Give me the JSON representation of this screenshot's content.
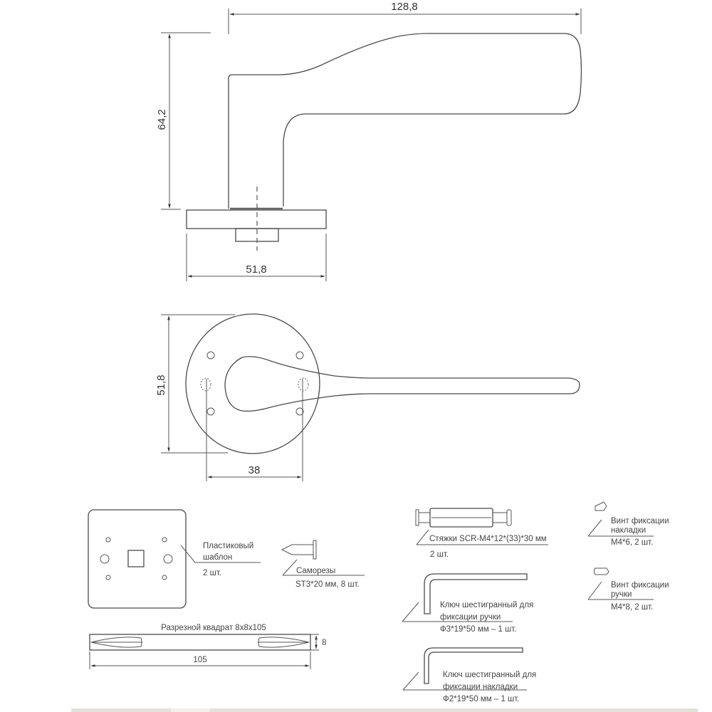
{
  "side_view": {
    "width_dim": "128,8",
    "height_dim": "64,2",
    "rosette_dim": "51,8"
  },
  "top_view": {
    "rosette_diameter_dim": "51,8",
    "hole_spacing_dim": "38"
  },
  "accessories": {
    "template": {
      "name_line1": "Пластиковый",
      "name_line2": "шаблон",
      "qty": "2 шт."
    },
    "screws": {
      "name": "Саморезы",
      "spec": "ST3*20 мм, 8 шт."
    },
    "tie_bolts": {
      "name": "Стяжки SCR-M4*12*(33)*30 мм",
      "qty": "2 шт."
    },
    "set_screw_rosette": {
      "name_line1": "Винт фиксации",
      "name_line2": "накладки",
      "spec": "M4*6, 2 шт."
    },
    "set_screw_handle": {
      "name_line1": "Винт фиксации",
      "name_line2": "ручки",
      "spec": "M4*8, 2 шт."
    },
    "hex_key_handle": {
      "name_line1": "Ключ шестигранный для",
      "name_line2": "фиксации ручки",
      "spec": "Ф3*19*50 мм – 1 шт."
    },
    "hex_key_rosette": {
      "name_line1": "Ключ шестигранный для",
      "name_line2": "фиксации накладки",
      "spec": "Ф2*19*50 мм – 1 шт."
    },
    "spindle": {
      "name": "Разрезной квадрат 8x8x105",
      "length_dim": "105",
      "thickness_dim": "8"
    }
  },
  "colors": {
    "line": "#4a4a4a",
    "text": "#333333",
    "background": "#ffffff"
  }
}
